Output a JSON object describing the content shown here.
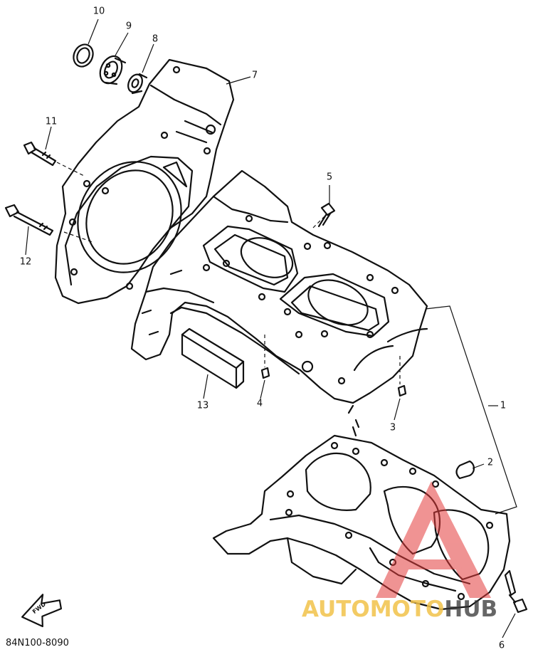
{
  "diagram": {
    "part_code": "84N100-8090",
    "forward_marker": "FWD",
    "callouts": [
      {
        "label": "1"
      },
      {
        "label": "2"
      },
      {
        "label": "3"
      },
      {
        "label": "4"
      },
      {
        "label": "5"
      },
      {
        "label": "6"
      },
      {
        "label": "7"
      },
      {
        "label": "8"
      },
      {
        "label": "9"
      },
      {
        "label": "10"
      },
      {
        "label": "11"
      },
      {
        "label": "12"
      },
      {
        "label": "13"
      }
    ]
  },
  "watermark": {
    "part1": "AUTOMOTO",
    "part2": "HUB",
    "color_primary": "#f2c24a",
    "color_secondary": "#e33b3b",
    "color_dark": "#333333"
  }
}
